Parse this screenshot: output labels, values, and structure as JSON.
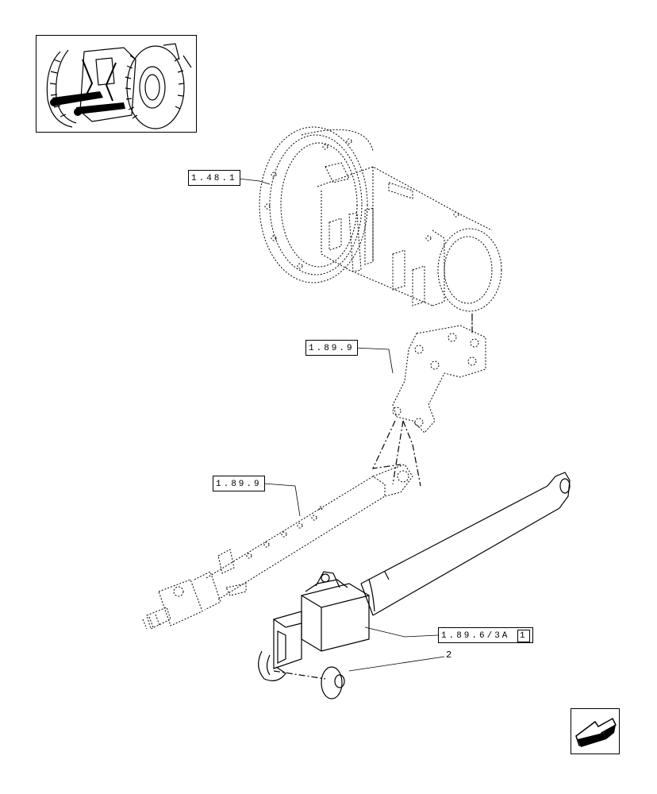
{
  "references": {
    "final_drive_housing": "1.48.1",
    "bracket": "1.89.9",
    "top_link_arm": "1.89.9",
    "lower_link_part": "1.89.6/3A",
    "lower_link_suffix": "1"
  },
  "callouts": {
    "item_2": "2"
  },
  "icons": {
    "thumbnail": "tractor-thumbnail-icon",
    "navigation": "arrow-back-icon"
  },
  "colors": {
    "line": "#000000",
    "background": "#ffffff"
  }
}
